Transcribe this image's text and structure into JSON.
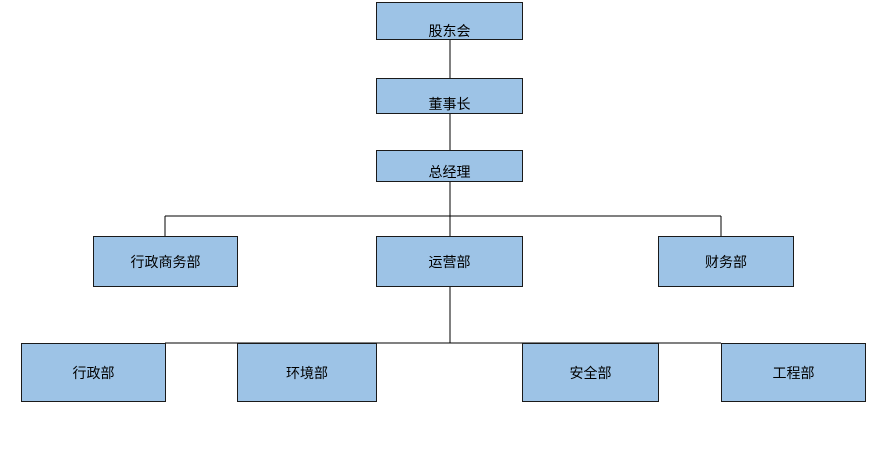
{
  "colors": {
    "box_fill": "#9dc3e6",
    "box_stroke": "#1a1a1a",
    "line": "#000000",
    "background": "#ffffff"
  },
  "org_chart": {
    "nodes": [
      {
        "id": "shareholders",
        "label": "股东会",
        "parent": null
      },
      {
        "id": "chairman",
        "label": "董事长",
        "parent": "shareholders"
      },
      {
        "id": "general-manager",
        "label": "总经理",
        "parent": "chairman"
      },
      {
        "id": "admin-business",
        "label": "行政商务部",
        "parent": "general-manager"
      },
      {
        "id": "operations",
        "label": "运营部",
        "parent": "general-manager"
      },
      {
        "id": "finance",
        "label": "财务部",
        "parent": "general-manager"
      },
      {
        "id": "administration",
        "label": "行政部",
        "parent": "operations"
      },
      {
        "id": "environment",
        "label": "环境部",
        "parent": "operations"
      },
      {
        "id": "safety",
        "label": "安全部",
        "parent": "operations"
      },
      {
        "id": "engineering",
        "label": "工程部",
        "parent": "operations"
      }
    ]
  }
}
